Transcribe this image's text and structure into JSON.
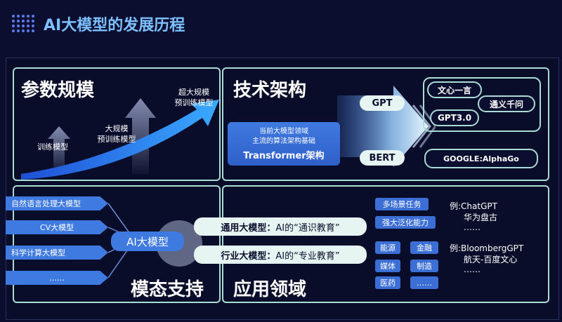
{
  "header": {
    "title": "AI大模型的发展历程"
  },
  "params_panel": {
    "title": "参数规模",
    "stages": [
      "训练模型",
      "大规模\n预训练模型",
      "超大规模\n预训练模型"
    ]
  },
  "tech_panel": {
    "title": "技术架构",
    "transformer": {
      "subtitle": "当前大模型领域\n主流的算法架构基础",
      "label": "Transformer架构"
    },
    "gpt": "GPT",
    "bert": "BERT",
    "gpt_derivatives": [
      "文心一言",
      "通义千问",
      "GPT3.0"
    ],
    "bert_derivative": "GOOGLE:AlphaGo"
  },
  "modal_panel": {
    "title": "模态支持",
    "items": [
      "自然语言处理大模型",
      "CV大模型",
      "科学计算大模型",
      "……"
    ],
    "center": "AI大模型"
  },
  "app_panel": {
    "title": "应用领域",
    "general": {
      "label": "通用大模型：",
      "desc": "AI的“通识教育”"
    },
    "industry": {
      "label": "行业大模型：",
      "desc": "AI的“专业教育”"
    },
    "general_tags": [
      "多场景任务",
      "强大泛化能力"
    ],
    "industry_tags": [
      "能源",
      "金融",
      "媒体",
      "制造",
      "医药",
      "……"
    ],
    "general_examples": [
      "例:ChatGPT",
      "华为盘古",
      "……"
    ],
    "industry_examples": [
      "例:BloombergGPT",
      "航天-百度文心",
      "……"
    ]
  },
  "colors": {
    "accent": "#7cc0ff",
    "panel_border": "#a9dcd2",
    "blue": "#3f7ae0"
  }
}
